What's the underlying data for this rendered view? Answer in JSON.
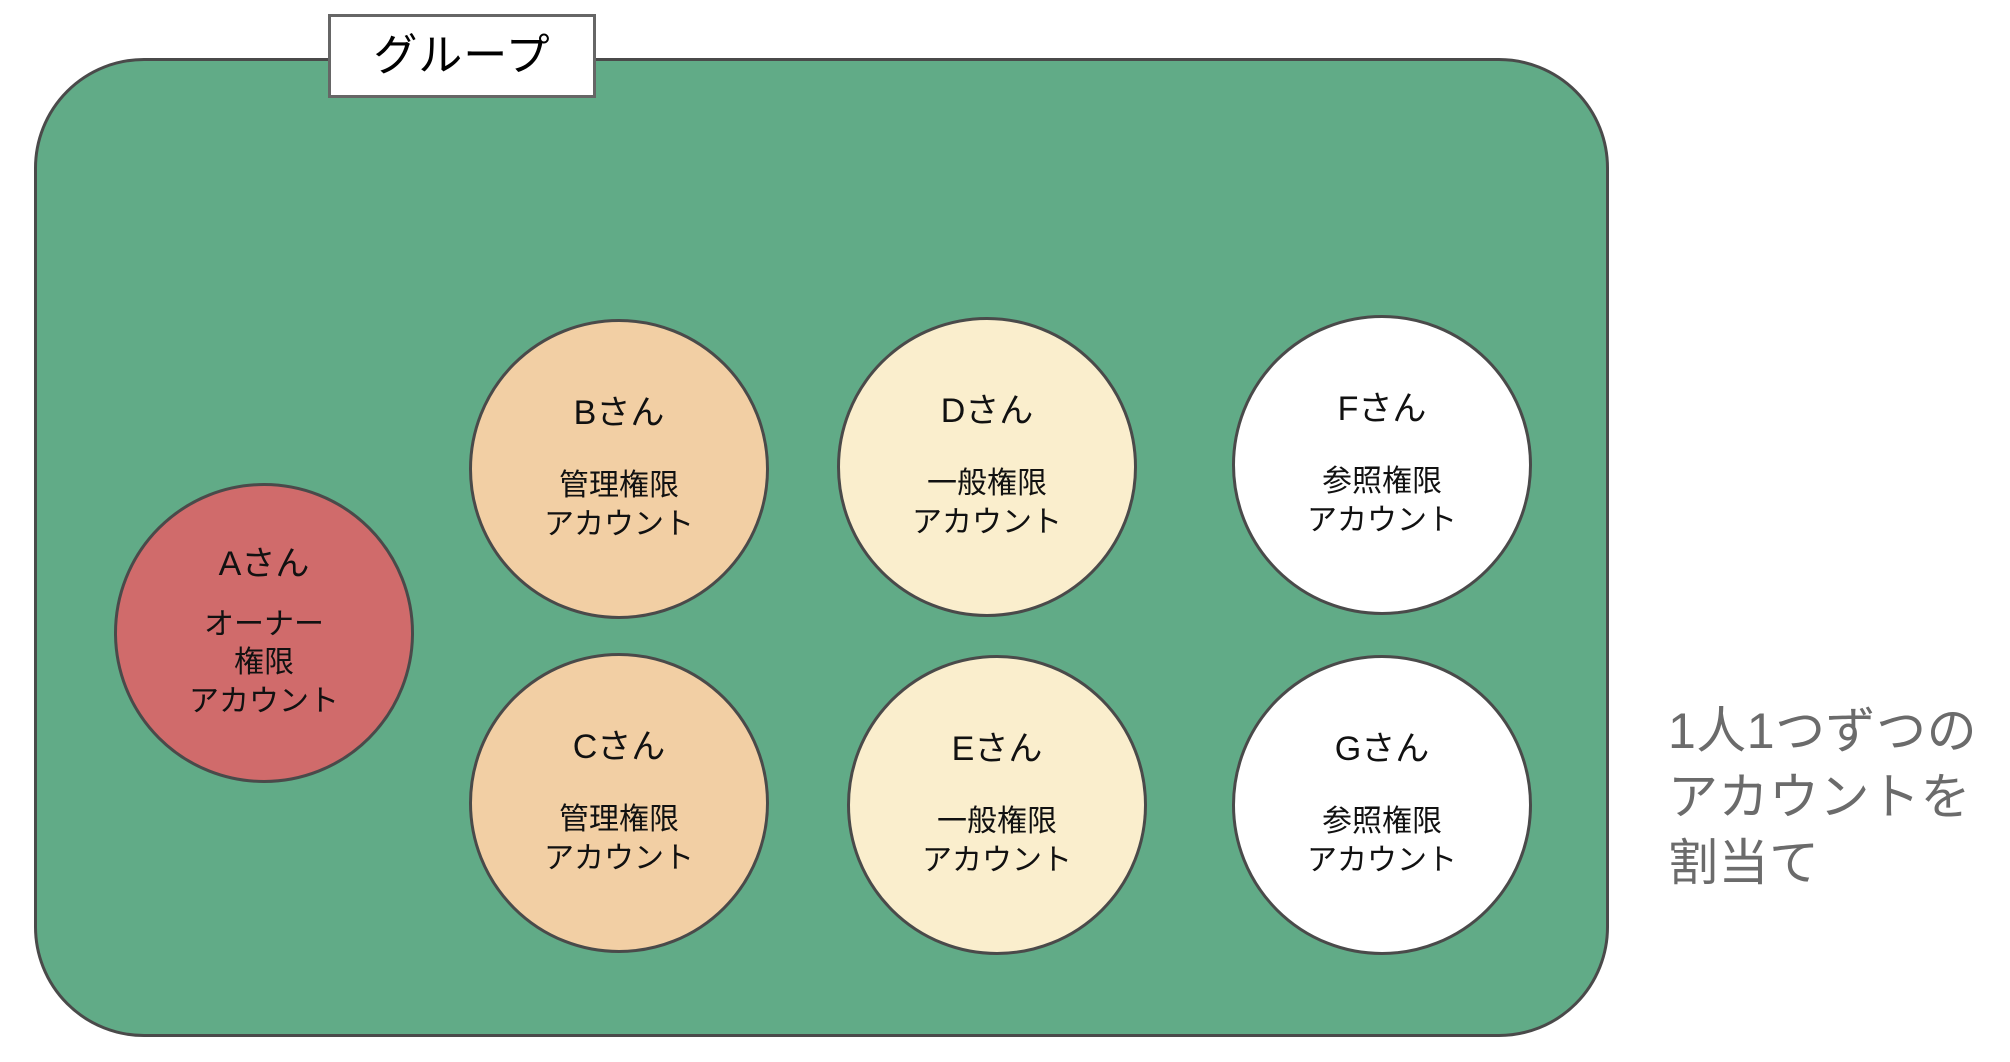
{
  "diagram": {
    "group": {
      "label": "グループ",
      "fill_color": "#61ab87",
      "border_color": "#4a4a4a"
    },
    "people": [
      {
        "id": "a",
        "name": "Aさん",
        "role": "オーナー\n権限\nアカウント",
        "fill_color": "#d06b6b"
      },
      {
        "id": "b",
        "name": "Bさん",
        "role": "管理権限\nアカウント",
        "fill_color": "#f2cfa4"
      },
      {
        "id": "c",
        "name": "Cさん",
        "role": "管理権限\nアカウント",
        "fill_color": "#f2cfa4"
      },
      {
        "id": "d",
        "name": "Dさん",
        "role": "一般権限\nアカウント",
        "fill_color": "#faeecd"
      },
      {
        "id": "e",
        "name": "Eさん",
        "role": "一般権限\nアカウント",
        "fill_color": "#faeecd"
      },
      {
        "id": "f",
        "name": "Fさん",
        "role": "参照権限\nアカウント",
        "fill_color": "#ffffff"
      },
      {
        "id": "g",
        "name": "Gさん",
        "role": "参照権限\nアカウント",
        "fill_color": "#ffffff"
      }
    ],
    "caption": {
      "text": "1人1つずつの\nアカウントを\n割当て",
      "color": "#6b6b6b"
    }
  }
}
